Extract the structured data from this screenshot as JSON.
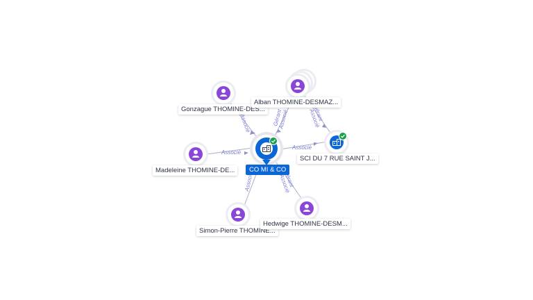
{
  "company": {
    "name": "CO MI & CO",
    "color": "#0b67d6",
    "icon": "building-icon",
    "status": "verified-check-icon"
  },
  "persons": [
    {
      "id": "gonzague",
      "name": "Gonzague THOMINE-DES..."
    },
    {
      "id": "alban",
      "name": "Alban THOMINE-DESMAZ..."
    },
    {
      "id": "madeleine",
      "name": "Madeleine THOMINE-DE..."
    },
    {
      "id": "simon",
      "name": "Simon-Pierre THOMINE..."
    },
    {
      "id": "hedwige",
      "name": "Hedwige THOMINE-DESM..."
    }
  ],
  "other_company": {
    "name": "SCI DU 7 RUE SAINT J...",
    "icon": "building-icon",
    "status": "verified-check-icon"
  },
  "relations": {
    "gonzague": "Associé",
    "madeleine": "Associé",
    "simon": "Associé",
    "sci": "Associé",
    "alban_1": "Gérant",
    "alban_2": "Associé",
    "alban_sci_1": "Gérant",
    "alban_sci_2": "Associé",
    "hedwige_1": "Gérant",
    "hedwige_2": "Associé"
  },
  "colors": {
    "person": "#8a45d9",
    "edge": "#a9aec8",
    "edge_label": "#7d7fd6",
    "check": "#19a04b"
  }
}
